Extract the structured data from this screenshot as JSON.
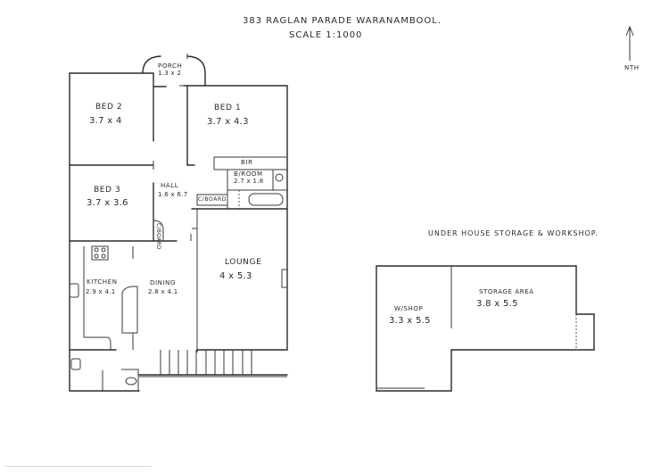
{
  "header": {
    "address": "383 Raglan Parade Waranambool.",
    "scale": "Scale 1:1000"
  },
  "north_arrow": {
    "label": "NTH",
    "icon": "north-arrow-icon"
  },
  "house": {
    "rooms": [
      {
        "id": "porch",
        "name": "Porch",
        "dims": "1.3 x 2"
      },
      {
        "id": "bed2",
        "name": "Bed 2",
        "dims": "3.7 x 4"
      },
      {
        "id": "bed1",
        "name": "Bed 1",
        "dims": "3.7 x 4.3"
      },
      {
        "id": "bir",
        "name": "BIR",
        "dims": ""
      },
      {
        "id": "bathroom",
        "name": "B/Room",
        "dims": "2.7 x 1.8"
      },
      {
        "id": "cboard1",
        "name": "C/Board",
        "dims": ""
      },
      {
        "id": "bed3",
        "name": "Bed 3",
        "dims": "3.7 x 3.6"
      },
      {
        "id": "hall",
        "name": "Hall",
        "dims": "1.6 x 6.7"
      },
      {
        "id": "cboard2",
        "name": "C/Board",
        "dims": ""
      },
      {
        "id": "lounge",
        "name": "Lounge",
        "dims": "4 x 5.3"
      },
      {
        "id": "kitchen",
        "name": "Kitchen",
        "dims": "2.9 x 4.1"
      },
      {
        "id": "dining",
        "name": "Dining",
        "dims": "2.8 x 4.1"
      }
    ]
  },
  "under_house": {
    "title": "Under House Storage & Workshop.",
    "rooms": [
      {
        "id": "workshop",
        "name": "W/Shop",
        "dims": "3.3 x 5.5"
      },
      {
        "id": "storage",
        "name": "Storage Area",
        "dims": "3.8 x 5.5"
      }
    ]
  }
}
